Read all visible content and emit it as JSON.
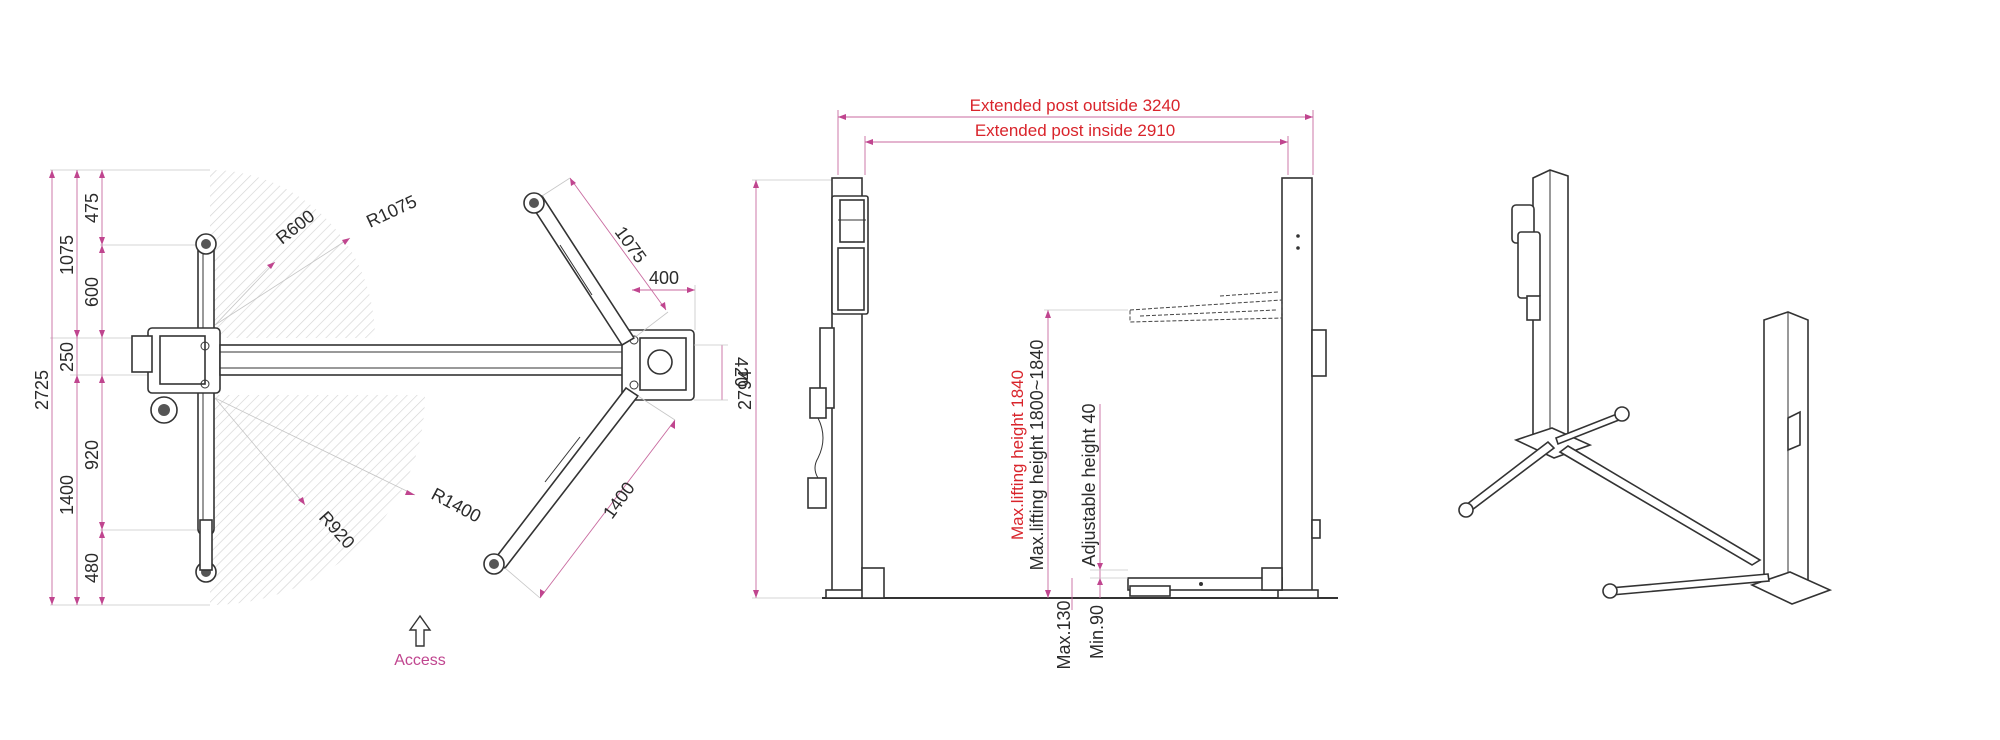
{
  "plan_view": {
    "left_dimensions": [
      "2725",
      "1075",
      "475",
      "600",
      "250",
      "920",
      "1400",
      "480"
    ],
    "radii": [
      "R600",
      "R1075",
      "R920",
      "R1400"
    ],
    "access_label": "Access"
  },
  "swing_view": {
    "dimensions": [
      "1075",
      "400",
      "1400",
      "420"
    ]
  },
  "front_view": {
    "outside_label": "Extended post outside  3240",
    "inside_label": "Extended post inside 2910",
    "overall_height": "2794",
    "max_lift_red": "Max.lifting height 1840",
    "max_lift_black": "Max.lifting height 1800~1840",
    "adjustable_height": "Adjustable height 40",
    "max_low": "Max.130",
    "min_low": "Min.90"
  },
  "colors": {
    "dimension_line": "#c86a9f",
    "red_text": "#d9242b",
    "outline": "#333333"
  }
}
